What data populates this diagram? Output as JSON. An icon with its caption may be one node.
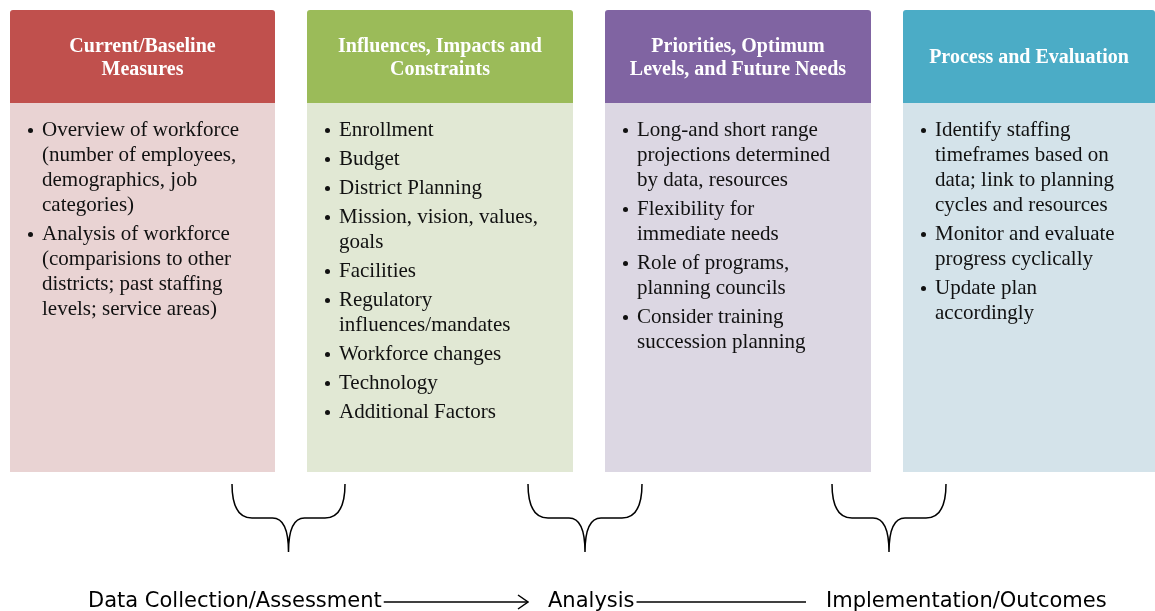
{
  "diagram": {
    "nodes": [
      {
        "text": [
          "Current/Baseline Measures"
        ]
      },
      {
        "text": [
          "Influences, Impacts and Constraints"
        ]
      },
      {
        "text": [
          "Priorities, Optimum Levels, and Future Needs"
        ]
      },
      {
        "text": [
          "Process and Evaluation"
        ]
      },
      {
        "text": [
          "Overview of workforce (number of employees, demographics, job categories)",
          "Analysis of workforce (comparisions to other districts; past staffing levels; service areas)"
        ]
      },
      {
        "text": [
          "Enrollment",
          "Budget",
          "District Planning",
          "Mission, vision, values, goals",
          "Facilities",
          "Regulatory influences/mandates",
          "Workforce changes",
          "Technology",
          "Additional Factors"
        ]
      },
      {
        "text": [
          "Long-and short range projections determined by data, resources",
          "Flexibility for immediate needs",
          "Role of programs, planning councils",
          "Consider training succession planning"
        ]
      },
      {
        "text": [
          "Identify staffing timeframes based on data; link to planning cycles and resources",
          "Monitor and evaluate progress cyclically",
          "Update plan accordingly"
        ]
      },
      {
        "text": [
          "Data Collection/Assessment"
        ]
      },
      {
        "text": [
          "Analysis"
        ]
      },
      {
        "text": [
          "Implementation/Outcomes"
        ]
      }
    ],
    "edges": [
      {
        "from": 8,
        "to": 9,
        "arrow": "to"
      },
      {
        "from": 9,
        "to": 10,
        "arrow": "none"
      }
    ]
  }
}
